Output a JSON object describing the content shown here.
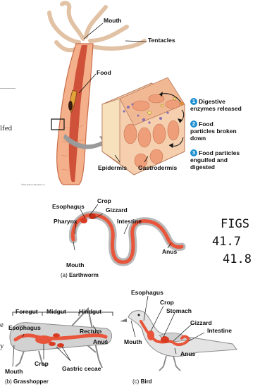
{
  "hydra": {
    "mouth": "Mouth",
    "tentacles": "Tentacles",
    "food": "Food",
    "epidermis": "Epidermis",
    "gastrodermis": "Gastrodermis",
    "copyright": "©2011 Pearson Education, Inc.",
    "steps": [
      {
        "num": "1",
        "text_line1": "Digestive",
        "text_line2": "enzymes released"
      },
      {
        "num": "2",
        "text_line1": "Food",
        "text_line2": "particles broken",
        "text_line3": "down"
      },
      {
        "num": "3",
        "text_line1": "Food particles",
        "text_line2": "engulfed and",
        "text_line3": "digested"
      }
    ]
  },
  "left_fragments": {
    "a": "lfed",
    "b": "e",
    "c": "y"
  },
  "handwritten": {
    "line1": "FIGS",
    "line2": "41.7",
    "line3": "41.8"
  },
  "earthworm": {
    "crop": "Crop",
    "esophagus": "Esophagus",
    "gizzard": "Gizzard",
    "pharynx": "Pharynx",
    "intestine": "Intestine",
    "anus": "Anus",
    "mouth": "Mouth",
    "caption_letter": "(a)",
    "caption_name": "Earthworm"
  },
  "grasshopper": {
    "foregut": "Foregut",
    "midgut": "Midgut",
    "hindgut": "Hindgut",
    "esophagus": "Esophagus",
    "rectum": "Rectum",
    "anus": "Anus",
    "crop": "Crop",
    "mouth": "Mouth",
    "gastric_cecae": "Gastric cecae",
    "caption_letter": "(b)",
    "caption_name": "Grasshopper"
  },
  "bird": {
    "esophagus": "Esophagus",
    "crop": "Crop",
    "stomach": "Stomach",
    "gizzard": "Gizzard",
    "intestine": "Intestine",
    "mouth": "Mouth",
    "anus": "Anus",
    "caption_letter": "(c)",
    "caption_name": "Bird"
  },
  "colors": {
    "tissue": "#f3b08a",
    "gut": "#e8553a",
    "badge": "#1b8fd0",
    "body_gray": "#d2d2d2"
  }
}
